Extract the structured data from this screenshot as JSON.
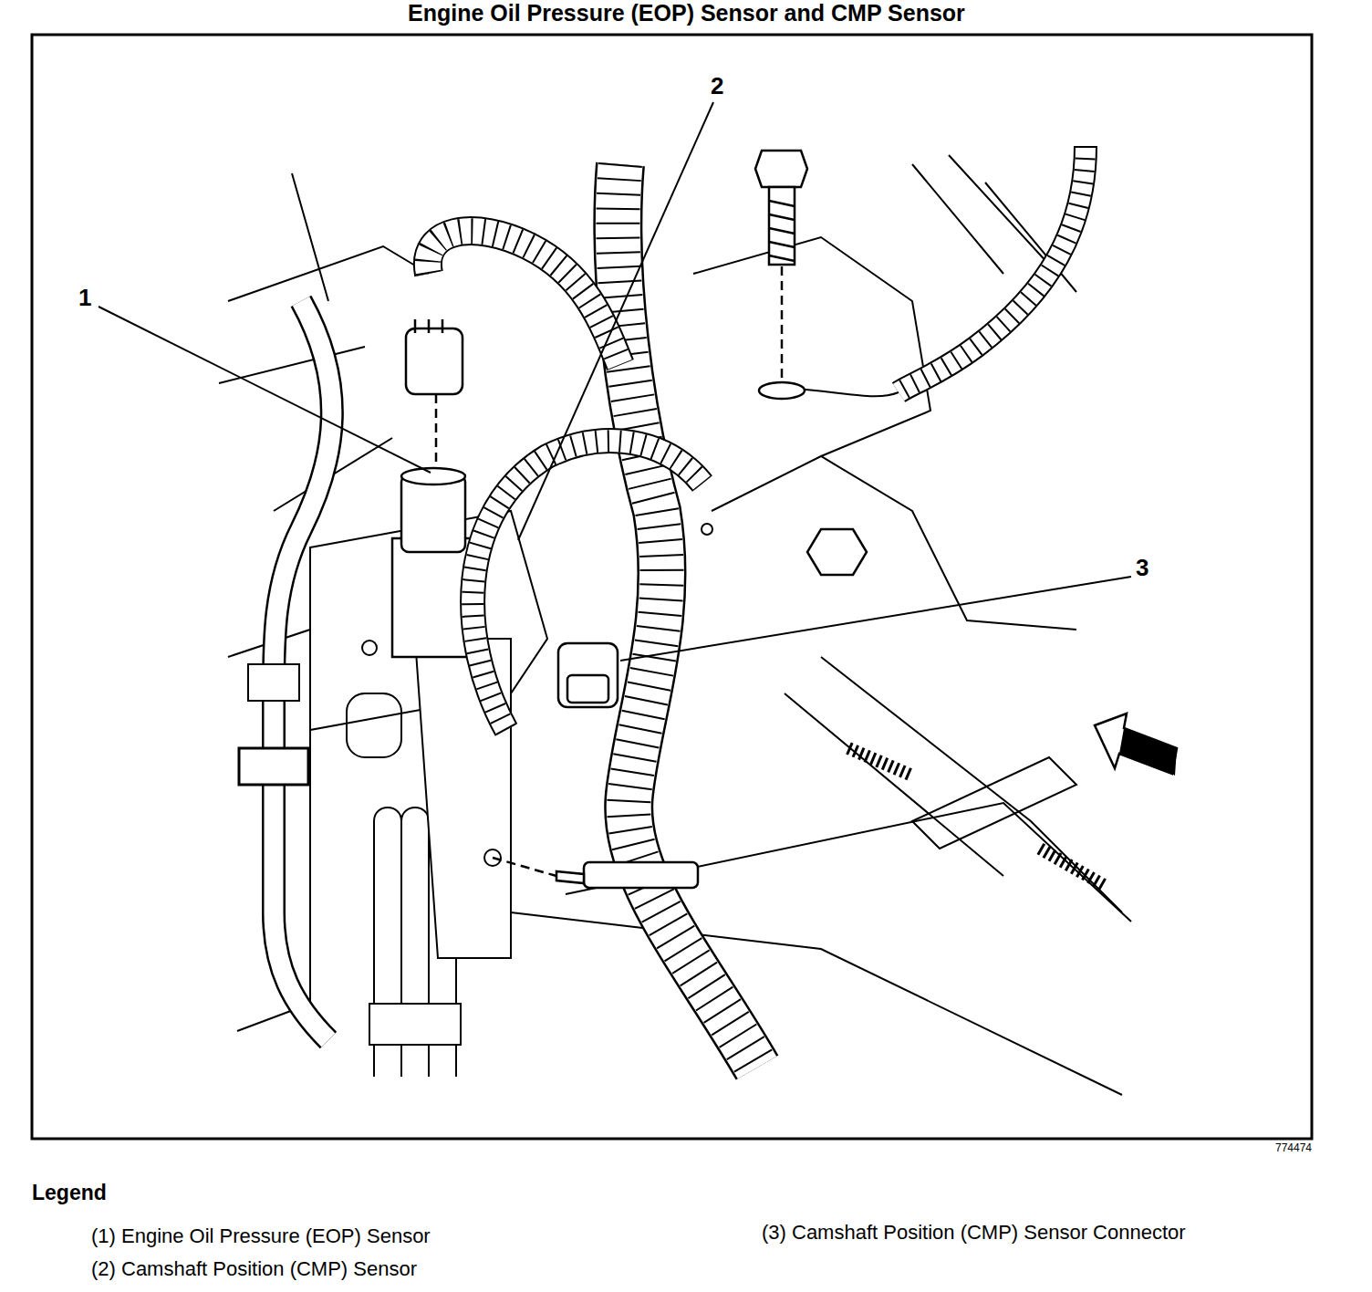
{
  "diagram": {
    "title": "Engine Oil Pressure (EOP) Sensor and CMP Sensor",
    "labels": [
      "1",
      "2",
      "3",
      "774474",
      "Legend"
    ],
    "legend": [
      {
        "text": "(1) Engine Oil Pressure (EOP) Sensor"
      },
      {
        "text": "(2) Camshaft Position (CMP) Sensor"
      },
      {
        "text": "(3) Camshaft Position (CMP) Sensor Connector"
      }
    ]
  }
}
